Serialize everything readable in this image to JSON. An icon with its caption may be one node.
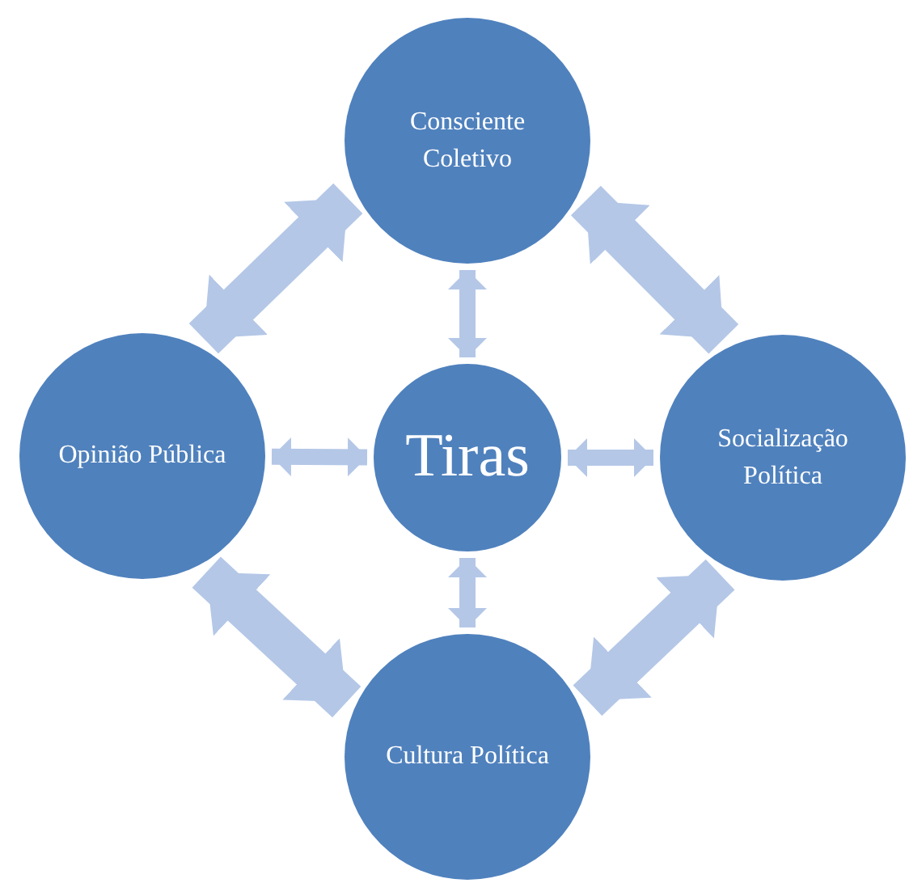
{
  "diagram": {
    "nodes": [
      {
        "text": [
          "Tiras"
        ]
      },
      {
        "text": [
          "Consciente Coletivo"
        ]
      },
      {
        "text": [
          "Opinião Pública"
        ]
      },
      {
        "text": [
          "Socialização Política"
        ]
      },
      {
        "text": [
          "Cultura Política"
        ]
      }
    ],
    "edges": [
      {
        "from": 0,
        "to": 1,
        "arrow": "both"
      },
      {
        "from": 0,
        "to": 2,
        "arrow": "both"
      },
      {
        "from": 0,
        "to": 3,
        "arrow": "both"
      },
      {
        "from": 0,
        "to": 4,
        "arrow": "both"
      },
      {
        "from": 2,
        "to": 1,
        "arrow": "both",
        "style": "thick"
      },
      {
        "from": 1,
        "to": 3,
        "arrow": "both",
        "style": "thick"
      },
      {
        "from": 3,
        "to": 4,
        "arrow": "both",
        "style": "thick"
      },
      {
        "from": 4,
        "to": 2,
        "arrow": "both",
        "style": "thick"
      }
    ]
  }
}
